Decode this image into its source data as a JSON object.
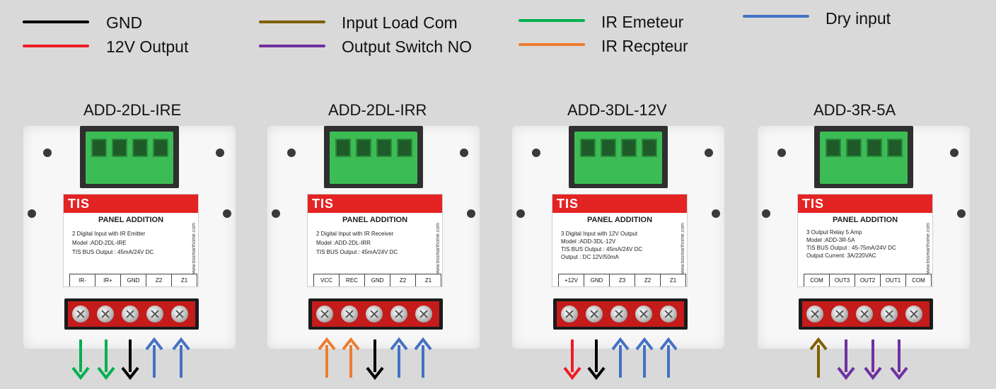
{
  "legend": [
    {
      "label": "GND",
      "color": "#000000"
    },
    {
      "label": "12V Output",
      "color": "#ee1c24"
    },
    {
      "label": "Input Load Com",
      "color": "#7f6000"
    },
    {
      "label": "Output Switch NO",
      "color": "#7030a0"
    },
    {
      "label": "IR Emeteur",
      "color": "#00b050"
    },
    {
      "label": "IR Recpteur",
      "color": "#ed7d31"
    },
    {
      "label": "Dry input",
      "color": "#4472c4"
    }
  ],
  "modules": [
    {
      "name": "ADD-2DL-IRE",
      "logo": "TIS",
      "heading": "PANEL ADDITION",
      "specs": [
        "2 Digital Input with IR Emitter",
        "Model :ADD-2DL-IRE",
        "TIS BUS Output : 45mA/24V DC"
      ],
      "website": "www.tissmarthome.com",
      "terminals": [
        "IR-",
        "IR+",
        "GND",
        "Z2",
        "Z1"
      ],
      "arrows": [
        {
          "color": "#00b050",
          "dir": "down"
        },
        {
          "color": "#00b050",
          "dir": "down"
        },
        {
          "color": "#000000",
          "dir": "down"
        },
        {
          "color": "#4472c4",
          "dir": "up"
        },
        {
          "color": "#4472c4",
          "dir": "up"
        }
      ]
    },
    {
      "name": "ADD-2DL-IRR",
      "logo": "TIS",
      "heading": "PANEL ADDITION",
      "specs": [
        "2 Digital Input with IR Receiver",
        "Model :ADD-2DL-IRR",
        "TIS BUS Output : 45mA/24V DC"
      ],
      "website": "www.tissmarthome.com",
      "terminals": [
        "VCC",
        "REC",
        "GND",
        "Z2",
        "Z1"
      ],
      "arrows": [
        {
          "color": "#ed7d31",
          "dir": "up"
        },
        {
          "color": "#ed7d31",
          "dir": "up"
        },
        {
          "color": "#000000",
          "dir": "down"
        },
        {
          "color": "#4472c4",
          "dir": "up"
        },
        {
          "color": "#4472c4",
          "dir": "up"
        }
      ]
    },
    {
      "name": "ADD-3DL-12V",
      "logo": "TIS",
      "heading": "PANEL ADDITION",
      "specs": [
        "3 Digital Input with 12V Output",
        "Model :ADD-3DL-12V",
        "TIS BUS Output : 45mA/24V DC",
        "Output : DC 12V/50mA"
      ],
      "website": "www.tissmarthome.com",
      "terminals": [
        "+12V",
        "GND",
        "Z3",
        "Z2",
        "Z1"
      ],
      "arrows": [
        {
          "color": "#ee1c24",
          "dir": "down"
        },
        {
          "color": "#000000",
          "dir": "down"
        },
        {
          "color": "#4472c4",
          "dir": "up"
        },
        {
          "color": "#4472c4",
          "dir": "up"
        },
        {
          "color": "#4472c4",
          "dir": "up"
        }
      ]
    },
    {
      "name": "ADD-3R-5A",
      "logo": "TIS",
      "heading": "PANEL ADDITION",
      "specs": [
        "3 Output Relay 5 Amp",
        "Model :ADD-3R-5A",
        "TIS BUS Output : 45-75mA/24V DC",
        "Output Current: 3A/220VAC"
      ],
      "website": "www.tissmarthome.com",
      "terminals": [
        "COM",
        "OUT3",
        "OUT2",
        "OUT1",
        "COM"
      ],
      "arrows": [
        {
          "color": "#7f6000",
          "dir": "up"
        },
        {
          "color": "#7030a0",
          "dir": "down"
        },
        {
          "color": "#7030a0",
          "dir": "down"
        },
        {
          "color": "#7030a0",
          "dir": "down"
        }
      ]
    }
  ]
}
